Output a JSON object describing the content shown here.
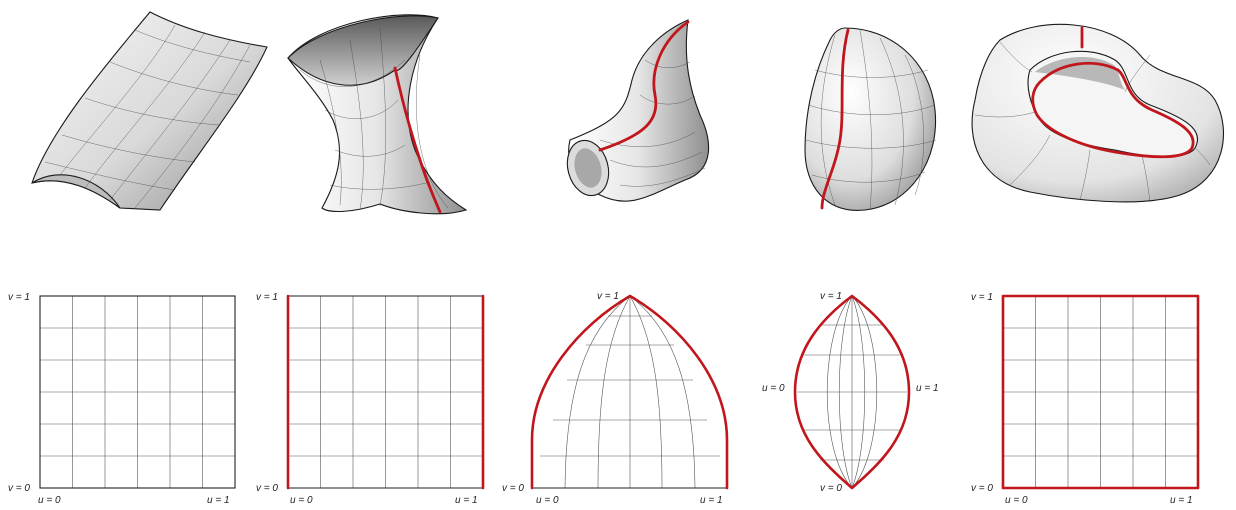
{
  "labels": {
    "v0": "v = 0",
    "v1": "v = 1",
    "u0": "u = 0",
    "u1": "u = 1"
  },
  "panels": [
    {
      "surface": "sheet-surface",
      "domain": "square"
    },
    {
      "surface": "hyperboloid-surface",
      "domain": "square"
    },
    {
      "surface": "horn-surface",
      "domain": "arch"
    },
    {
      "surface": "egg-surface",
      "domain": "lens"
    },
    {
      "surface": "torus-surface",
      "domain": "square"
    }
  ],
  "colors": {
    "seam": "#c0161c",
    "grid": "#555555",
    "surface_light": "#f2f2f2",
    "surface_dark": "#8a8a8a"
  }
}
